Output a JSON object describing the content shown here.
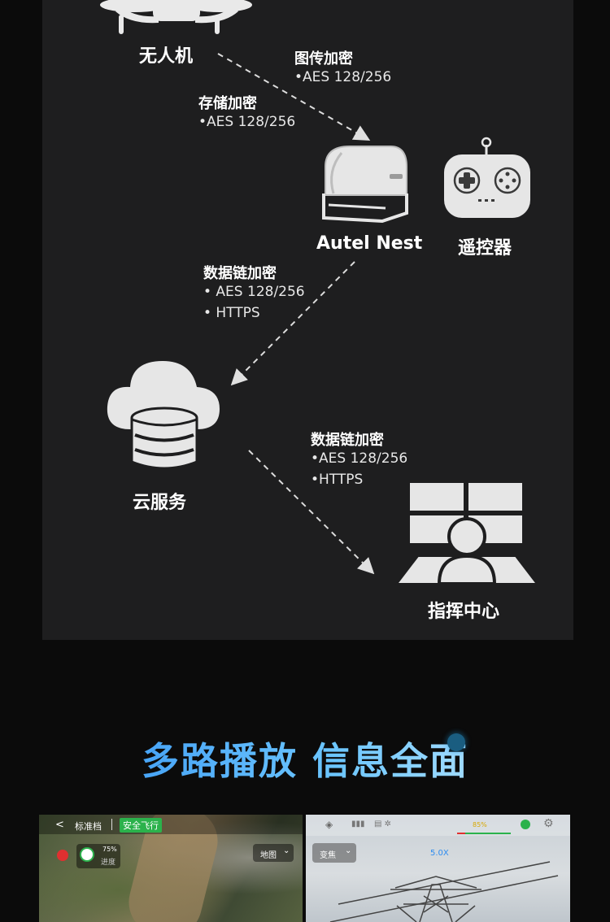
{
  "nodes": {
    "drone": "无人机",
    "nest": "Autel Nest",
    "remote": "遥控器",
    "cloud": "云服务",
    "command": "指挥中心"
  },
  "encryption": {
    "image_transmission": {
      "title": "图传加密",
      "items": [
        "•AES 128/256"
      ]
    },
    "storage": {
      "title": "存储加密",
      "items": [
        "•AES 128/256"
      ]
    },
    "datalink_cloud": {
      "title": "数据链加密",
      "items": [
        "• AES 128/256",
        "• HTTPS"
      ]
    },
    "datalink_command": {
      "title": "数据链加密",
      "items": [
        "•AES 128/256",
        "•HTTPS"
      ]
    }
  },
  "headline": "多路播放 信息全面",
  "preview_left": {
    "back": "<",
    "mode": "标准档",
    "status": "安全飞行",
    "progress": "75%",
    "progress_label": "进度",
    "map_button": "地图"
  },
  "preview_right": {
    "zoom_button": "变焦",
    "zoom_value": "5.0X",
    "battery": "85%"
  },
  "colors": {
    "panel": "#1e1e1f",
    "status_green": "#2bb24c",
    "headline_start": "#2d8cf0",
    "headline_end": "#d7f1ff"
  }
}
